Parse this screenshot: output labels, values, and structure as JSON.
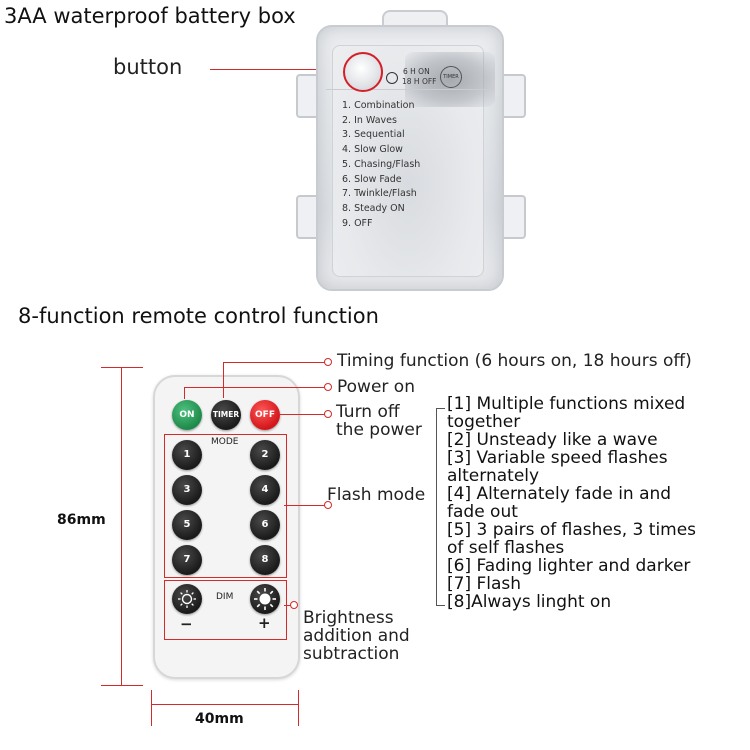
{
  "titles": {
    "battery_box": "3AA waterproof battery box",
    "remote": "8-function remote control function"
  },
  "battery_box": {
    "callout": "button",
    "timer_text_1": "6 H  ON",
    "timer_text_2": "18 H OFF",
    "timer_badge": "TIMER",
    "modes": [
      "1. Combination",
      "2. In Waves",
      "3. Sequential",
      "4. Slow Glow",
      "5. Chasing/Flash",
      "6. Slow Fade",
      "7. Twinkle/Flash",
      "8. Steady ON",
      "9. OFF"
    ]
  },
  "remote": {
    "buttons": {
      "on": "ON",
      "timer": "TIMER",
      "off": "OFF"
    },
    "mode_label": "MODE",
    "numbers": [
      "1",
      "2",
      "3",
      "4",
      "5",
      "6",
      "7",
      "8"
    ],
    "dim_label": "DIM",
    "minus": "−",
    "plus": "+",
    "height": "86mm",
    "width": "40mm"
  },
  "callouts": {
    "timing": "Timing function (6 hours on, 18 hours off)",
    "power_on": "Power on",
    "turn_off_1": "Turn off",
    "turn_off_2": "the power",
    "flash_mode": "Flash mode",
    "brightness_1": "Brightness",
    "brightness_2": "addition and",
    "brightness_3": "subtraction"
  },
  "functions": [
    "[1] Multiple functions mixed",
    "together",
    "[2] Unsteady like a wave",
    "[3] Variable speed flashes",
    "alternately",
    "[4] Alternately fade in and",
    "fade out",
    "[5] 3 pairs of flashes, 3 times",
    "of self flashes",
    "[6] Fading lighter and darker",
    "[7] Flash",
    "[8]Always linght on"
  ],
  "colors": {
    "accent_red": "#d42a2a",
    "on_green": "#1e8a4a",
    "off_red": "#d2161a"
  }
}
